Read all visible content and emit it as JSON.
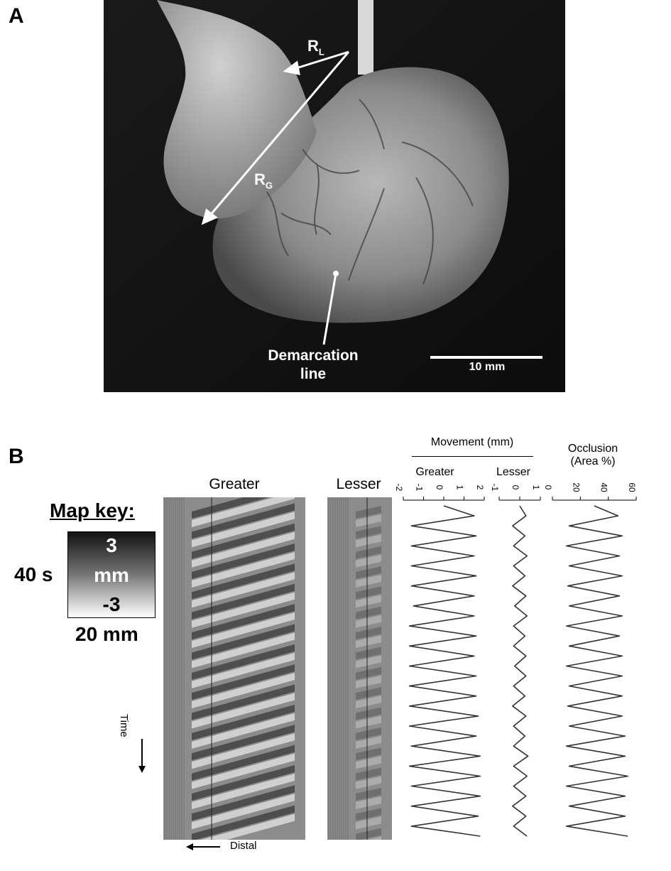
{
  "panels": {
    "a": {
      "label": "A",
      "annotations": {
        "r_l": "R",
        "r_l_sub": "L",
        "r_g": "R",
        "r_g_sub": "G",
        "demarcation": [
          "Demarcation",
          "line"
        ],
        "scale_bar": "10 mm"
      }
    },
    "b": {
      "label": "B",
      "map_key": {
        "title": "Map key:",
        "top": "3",
        "middle": "mm",
        "bottom": "-3",
        "time_scale": "40 s",
        "distance_scale": "20 mm"
      },
      "kymographs": {
        "greater_title": "Greater",
        "lesser_title": "Lesser",
        "time_label": "Time",
        "distal_label": "Distal"
      },
      "movement": {
        "title": "Movement (mm)",
        "greater_label": "Greater",
        "lesser_label": "Lesser",
        "greater_ticks": [
          "-2",
          "-1",
          "0",
          "1",
          "2"
        ],
        "lesser_ticks": [
          "-1",
          "0",
          "1"
        ]
      },
      "occlusion": {
        "title": [
          "Occlusion",
          "(Area %)"
        ],
        "ticks": [
          "0",
          "20",
          "40",
          "60"
        ]
      }
    }
  },
  "chart_data": [
    {
      "type": "line",
      "title": "Greater",
      "xlim": [
        -2,
        2
      ],
      "x_ticks": [
        -2,
        -1,
        0,
        1,
        2
      ],
      "series": [
        {
          "values": [
            0,
            1.5,
            -1.6,
            1.6,
            -1.6,
            1.5,
            -1.6,
            1.6,
            -1.6,
            1.5,
            -1.5,
            1.5,
            -1.7,
            1.6,
            -1.7,
            1.5,
            -1.7,
            1.6,
            -1.7,
            1.6,
            -1.7,
            1.7,
            -1.7,
            1.6,
            -1.6,
            1.8,
            -1.7,
            1.8,
            -1.6,
            1.8,
            -1.6,
            1.7,
            -1.6,
            1.8
          ]
        }
      ]
    },
    {
      "type": "line",
      "title": "Lesser",
      "xlim": [
        -1,
        1
      ],
      "x_ticks": [
        -1,
        0,
        1
      ],
      "series": [
        {
          "values": [
            0,
            0.3,
            -0.35,
            0.25,
            -0.3,
            0.35,
            -0.3,
            0.25,
            -0.35,
            0.3,
            -0.25,
            0.35,
            -0.3,
            0.25,
            -0.3,
            0.3,
            -0.25,
            0.3,
            -0.3,
            0.25,
            -0.35,
            0.3,
            -0.3,
            0.25,
            -0.3,
            0.4,
            -0.3,
            0.35,
            -0.3,
            0.3,
            -0.35,
            0.3,
            -0.3,
            0.35
          ]
        }
      ]
    },
    {
      "type": "line",
      "title": "Occlusion (Area %)",
      "xlim": [
        0,
        60
      ],
      "x_ticks": [
        0,
        20,
        40,
        60
      ],
      "series": [
        {
          "values": [
            30,
            47,
            12,
            50,
            10,
            48,
            12,
            50,
            11,
            48,
            12,
            50,
            10,
            48,
            12,
            50,
            10,
            50,
            12,
            50,
            11,
            50,
            12,
            52,
            10,
            52,
            12,
            54,
            10,
            52,
            12,
            52,
            10,
            54
          ]
        }
      ]
    }
  ]
}
